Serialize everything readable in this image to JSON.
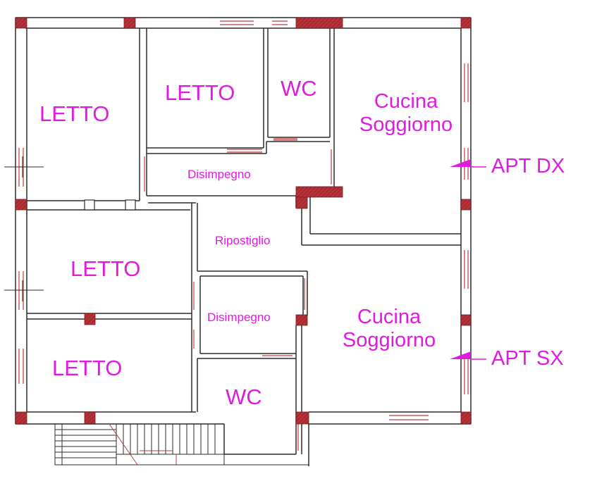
{
  "colors": {
    "label": "#e01be0",
    "wall": "#2b2b2b",
    "column": "#a8262b",
    "window": "#c0393e"
  },
  "rooms": {
    "letto_top_left": "LETTO",
    "letto_top_mid": "LETTO",
    "wc_top": "WC",
    "cucina_dx_line1": "Cucina",
    "cucina_dx_line2": "Soggiorno",
    "disimpegno_top": "Disimpegno",
    "ripostiglio": "Ripostiglio",
    "letto_mid_left": "LETTO",
    "disimpegno_bottom": "Disimpegno",
    "cucina_sx_line1": "Cucina",
    "cucina_sx_line2": "Soggiorno",
    "letto_bottom_left": "LETTO",
    "wc_bottom": "WC"
  },
  "apartments": {
    "dx": "APT DX",
    "sx": "APT SX"
  }
}
